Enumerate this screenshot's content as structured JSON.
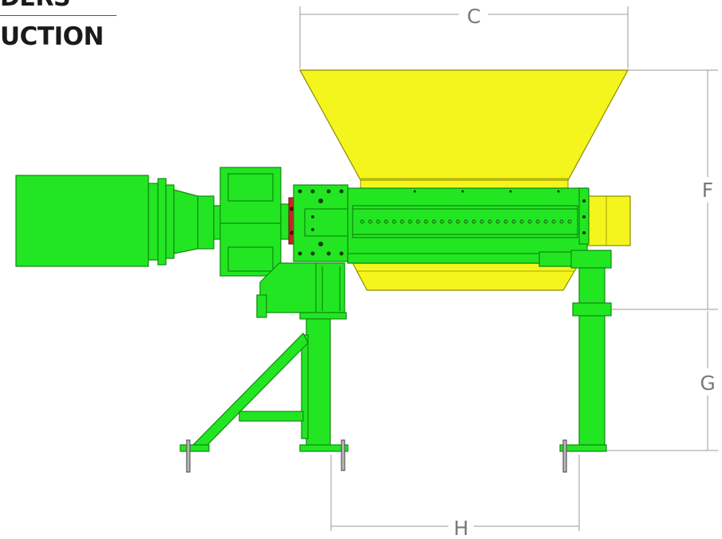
{
  "header": {
    "line1": "DERS",
    "line2": "UCTION"
  },
  "dimensions": {
    "c": "C",
    "f": "F",
    "g": "G",
    "h": "H"
  },
  "colors": {
    "machine_green": "#22e622",
    "machine_green_dark": "#0f8a0f",
    "hopper_yellow": "#f5f51e",
    "hopper_yellow_dark": "#8c8c00",
    "motor_accent": "#cc2222",
    "dimension_line": "#9a9a9a"
  }
}
